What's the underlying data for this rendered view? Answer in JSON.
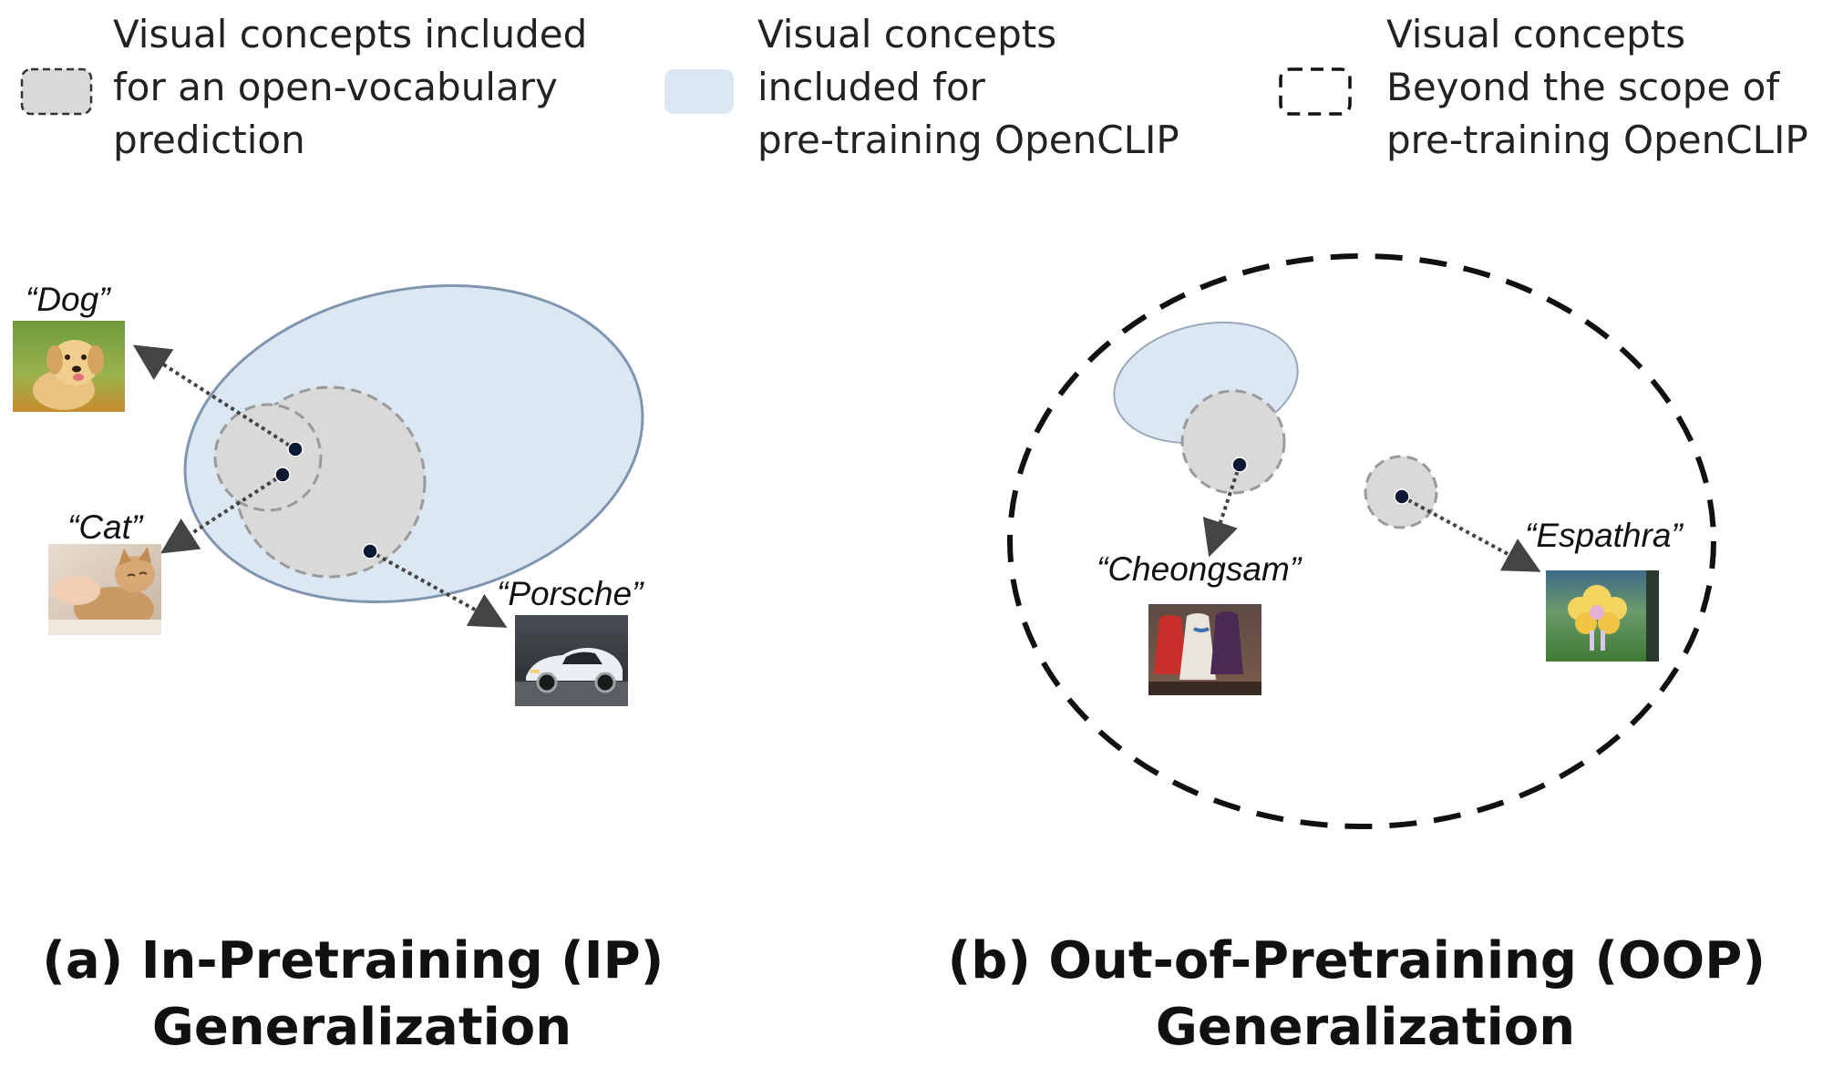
{
  "colors": {
    "concept_fill": "#d9d9d9",
    "concept_border": "#9a9a9a",
    "pretrain_fill": "#dce7f4",
    "pretrain_border": "#8096b0",
    "scope_border": "#111111",
    "arrow": "#444444",
    "dot": "#0d1a33"
  },
  "legend": [
    {
      "lines": [
        "Visual concepts included",
        "for an open-vocabulary",
        "prediction"
      ]
    },
    {
      "lines": [
        "Visual concepts",
        "included for",
        "pre-training  OpenCLIP"
      ]
    },
    {
      "lines": [
        "Visual concepts",
        "Beyond the scope of",
        "pre-training OpenCLIP"
      ]
    }
  ],
  "panel_a": {
    "caption": [
      "(a) In-Pretraining (IP)",
      "Generalization"
    ],
    "labels": {
      "dog": "“Dog”",
      "cat": "“Cat”",
      "porsche": "“Porsche”"
    }
  },
  "panel_b": {
    "caption": [
      "(b) Out-of-Pretraining (OOP)",
      "Generalization"
    ],
    "labels": {
      "cheongsam": "“Cheongsam”",
      "espathra": "“Espathra”"
    }
  }
}
